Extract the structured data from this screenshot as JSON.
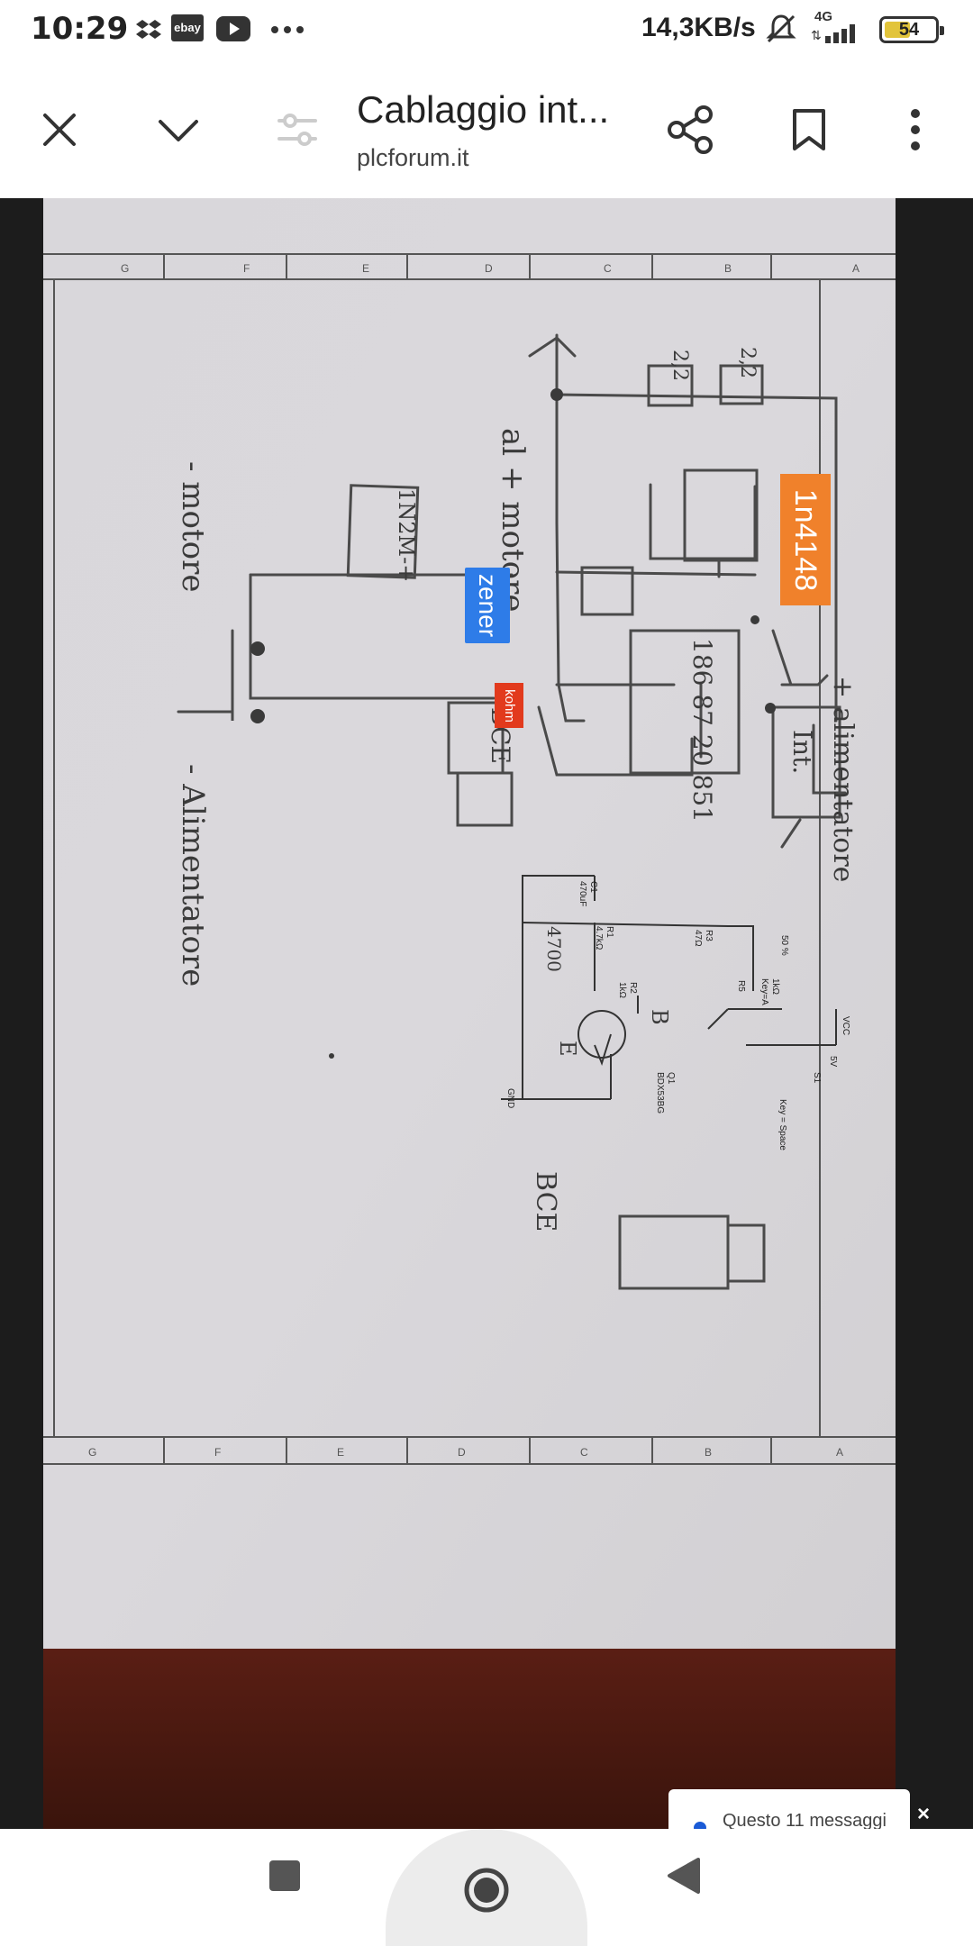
{
  "status_bar": {
    "time": "10:29",
    "network_speed": "14,3KB/s",
    "network_type": "4G",
    "battery_level": "54",
    "icons": [
      "dropbox-icon",
      "ebay-icon",
      "youtube-icon",
      "more-notifications-icon",
      "mute-icon",
      "signal-icon",
      "battery-icon"
    ],
    "ebay_label": "ebay"
  },
  "app_bar": {
    "title": "Cablaggio int...",
    "url": "plcforum.it",
    "icons": [
      "close-icon",
      "chevron-down-icon",
      "settings-sliders-icon",
      "share-icon",
      "bookmark-icon",
      "more-vert-icon"
    ]
  },
  "image": {
    "overlay_labels": {
      "diode": "1n4148",
      "zener": "zener",
      "kohm": "kohm"
    },
    "handwritten": {
      "motor_plus": "al + motore",
      "motor_minus": "- motore",
      "supply_plus": "+ alimentatore",
      "supply_minus": "- Alimentatore",
      "switch": "Int.",
      "bce": "BCE",
      "lm": "1N2M-+",
      "r_22a": "2,2",
      "r_22b": "2,2",
      "transistor_code": "186 87 20 851",
      "r_4700": "4700",
      "pin_b": "B",
      "pin_e": "E"
    },
    "printed": {
      "c1": "C1",
      "c1_val": "470uF",
      "r1": "R1",
      "r1_val": "4.7kΩ",
      "r2": "R2",
      "r2_val": "1kΩ",
      "r3": "R3",
      "r3_val": "47Ω",
      "r5": "R5",
      "r5_val": "1kΩ",
      "r5_key": "Key=A",
      "r5_pct": "50 %",
      "q1": "Q1",
      "q1_val": "BDX53BG",
      "s1": "S1",
      "s1_key": "Key = Space",
      "vcc": "VCC",
      "vcc_val": "5V",
      "gnd": "GND"
    },
    "grid_letters": [
      "A",
      "B",
      "C",
      "D",
      "E",
      "F",
      "G"
    ]
  },
  "chat_card": {
    "text": "Questo 11 messaggi",
    "close": "×"
  },
  "nav_bar": {
    "icons": [
      "recents-square-icon",
      "home-circle-icon",
      "back-triangle-icon"
    ]
  }
}
